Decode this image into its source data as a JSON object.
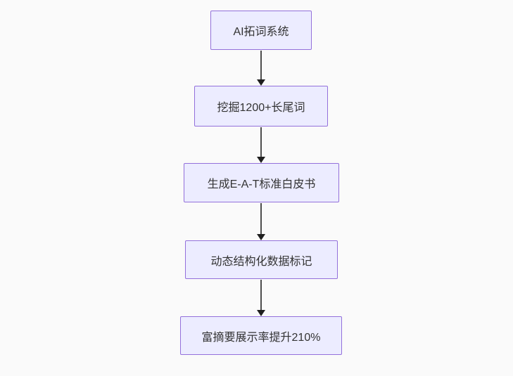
{
  "diagram": {
    "type": "flowchart",
    "direction": "top-down",
    "nodes": [
      {
        "id": "n1",
        "label": "AI拓词系统"
      },
      {
        "id": "n2",
        "label": "挖掘1200+长尾词"
      },
      {
        "id": "n3",
        "label": "生成E-A-T标准白皮书"
      },
      {
        "id": "n4",
        "label": "动态结构化数据标记"
      },
      {
        "id": "n5",
        "label": "富摘要展示率提升210%"
      }
    ],
    "edges": [
      {
        "from": "n1",
        "to": "n2"
      },
      {
        "from": "n2",
        "to": "n3"
      },
      {
        "from": "n3",
        "to": "n4"
      },
      {
        "from": "n4",
        "to": "n5"
      }
    ],
    "colors": {
      "node_fill": "#ECECFF",
      "node_border": "#9370DB",
      "node_text": "#333333",
      "arrow_line": "#4d4d4d",
      "arrow_head": "#1f1f1f",
      "background": "#fafafa"
    }
  }
}
